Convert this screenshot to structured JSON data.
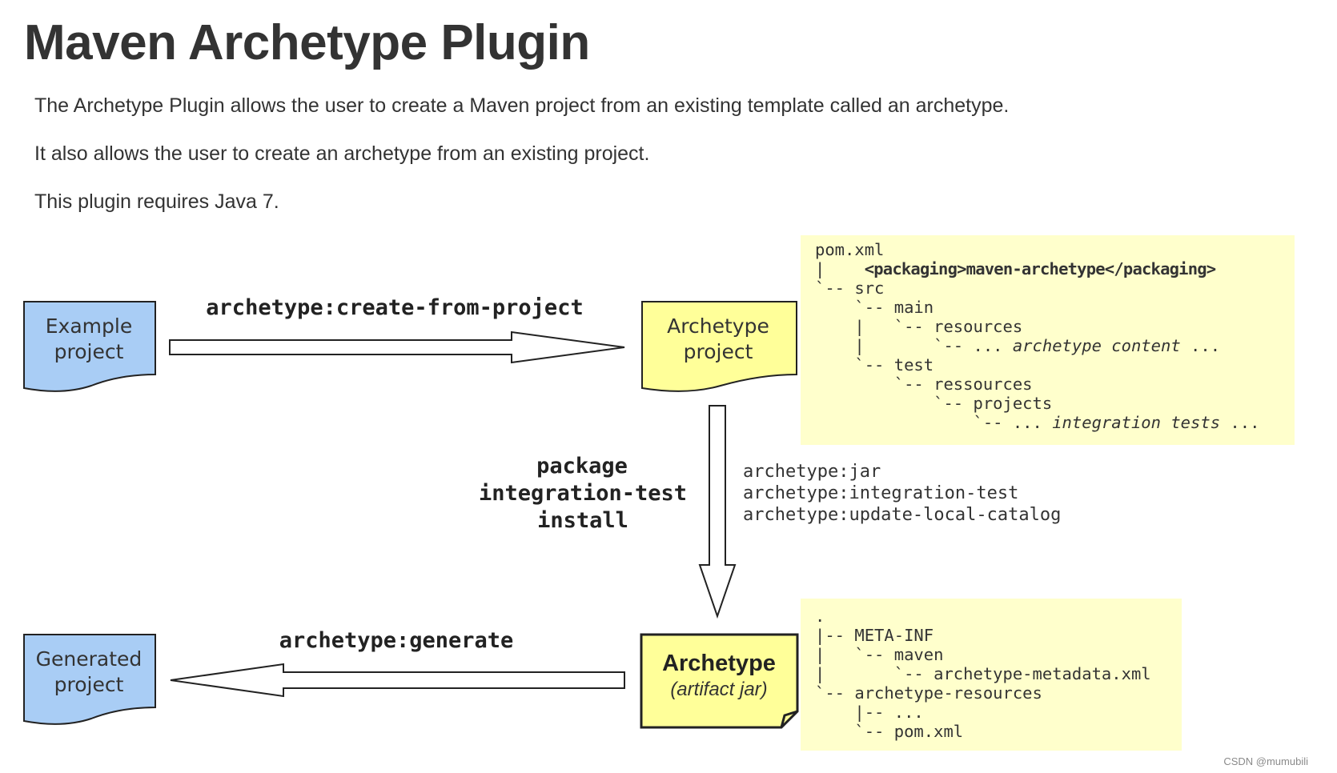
{
  "page": {
    "title": "Maven Archetype Plugin",
    "paragraphs": [
      "The Archetype Plugin allows the user to create a Maven project from an existing template called an archetype.",
      "It also allows the user to create an archetype from an existing project.",
      "This plugin requires Java 7."
    ],
    "credit": "CSDN @mumubili"
  },
  "diagram": {
    "colors": {
      "project_fill": "#a9cdf5",
      "archetype_fill": "#ffff99",
      "code_background": "#ffffcc",
      "stroke": "#222222"
    },
    "nodes": {
      "example_project": [
        "Example",
        "project"
      ],
      "archetype_project": [
        "Archetype",
        "project"
      ],
      "generated_project": [
        "Generated",
        "project"
      ],
      "archetype_jar": {
        "title": "Archetype",
        "subtitle": "(artifact jar)"
      }
    },
    "edges": {
      "create_from_project": "archetype:create-from-project",
      "generate": "archetype:generate",
      "lifecycle_phases": [
        "package",
        "integration-test",
        "install"
      ],
      "goals": [
        "archetype:jar",
        "archetype:integration-test",
        "archetype:update-local-catalog"
      ]
    },
    "archetype_project_tree": [
      [
        {
          "t": "pom.xml"
        }
      ],
      [
        {
          "t": "|    "
        },
        {
          "t": "<packaging>maven-archetype</packaging>",
          "s": "b"
        }
      ],
      [
        {
          "t": "`-- src"
        }
      ],
      [
        {
          "t": "    `-- main"
        }
      ],
      [
        {
          "t": "    |   `-- resources"
        }
      ],
      [
        {
          "t": "    |       `-- ... "
        },
        {
          "t": "archetype content",
          "s": "i"
        },
        {
          "t": " ..."
        }
      ],
      [
        {
          "t": "    `-- test"
        }
      ],
      [
        {
          "t": "        `-- ressources"
        }
      ],
      [
        {
          "t": "            `-- projects"
        }
      ],
      [
        {
          "t": "                `-- ... "
        },
        {
          "t": "integration tests",
          "s": "i"
        },
        {
          "t": " ..."
        }
      ]
    ],
    "archetype_jar_tree": [
      [
        {
          "t": "."
        }
      ],
      [
        {
          "t": "|-- META-INF"
        }
      ],
      [
        {
          "t": "|   `-- maven"
        }
      ],
      [
        {
          "t": "|       `-- archetype-metadata.xml"
        }
      ],
      [
        {
          "t": "`-- archetype-resources"
        }
      ],
      [
        {
          "t": "    |-- ..."
        }
      ],
      [
        {
          "t": "    `-- pom.xml"
        }
      ]
    ]
  }
}
